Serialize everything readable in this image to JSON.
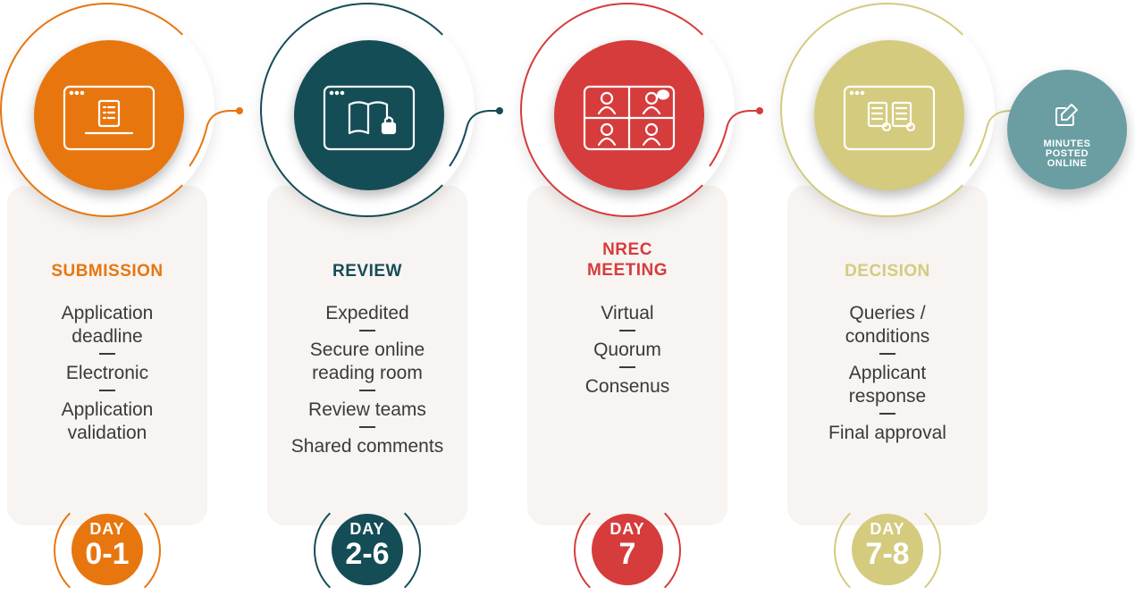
{
  "colors": {
    "submission": "#e8760e",
    "review": "#154d57",
    "meeting": "#d63c3c",
    "decision": "#d4cb7f",
    "minutes": "#6a9ea3",
    "card_bg": "#f7f4f1",
    "text": "#3a3a3a"
  },
  "stages": [
    {
      "key": "submission",
      "icon": "document-screen-icon",
      "title_lines": [
        "SUBMISSION"
      ],
      "items": [
        [
          "Application",
          "deadline"
        ],
        [
          "Electronic"
        ],
        [
          "Application",
          "validation"
        ]
      ],
      "day_label": "DAY",
      "day_value": "0-1"
    },
    {
      "key": "review",
      "icon": "book-lock-icon",
      "title_lines": [
        "REVIEW"
      ],
      "items": [
        [
          "Expedited"
        ],
        [
          "Secure online",
          "reading room"
        ],
        [
          "Review teams"
        ],
        [
          "Shared comments"
        ]
      ],
      "day_label": "DAY",
      "day_value": "2-6"
    },
    {
      "key": "meeting",
      "icon": "video-meeting-icon",
      "title_lines": [
        "NREC",
        "MEETING"
      ],
      "items": [
        [
          "Virtual"
        ],
        [
          "Quorum"
        ],
        [
          "Consenus"
        ]
      ],
      "day_label": "DAY",
      "day_value": "7"
    },
    {
      "key": "decision",
      "icon": "documents-check-icon",
      "title_lines": [
        "DECISION"
      ],
      "items": [
        [
          "Queries /",
          "conditions"
        ],
        [
          "Applicant",
          "response"
        ],
        [
          "Final approval"
        ]
      ],
      "day_label": "DAY",
      "day_value": "7-8"
    }
  ],
  "minutes": {
    "icon": "edit-icon",
    "lines": [
      "MINUTES",
      "POSTED",
      "ONLINE"
    ]
  }
}
